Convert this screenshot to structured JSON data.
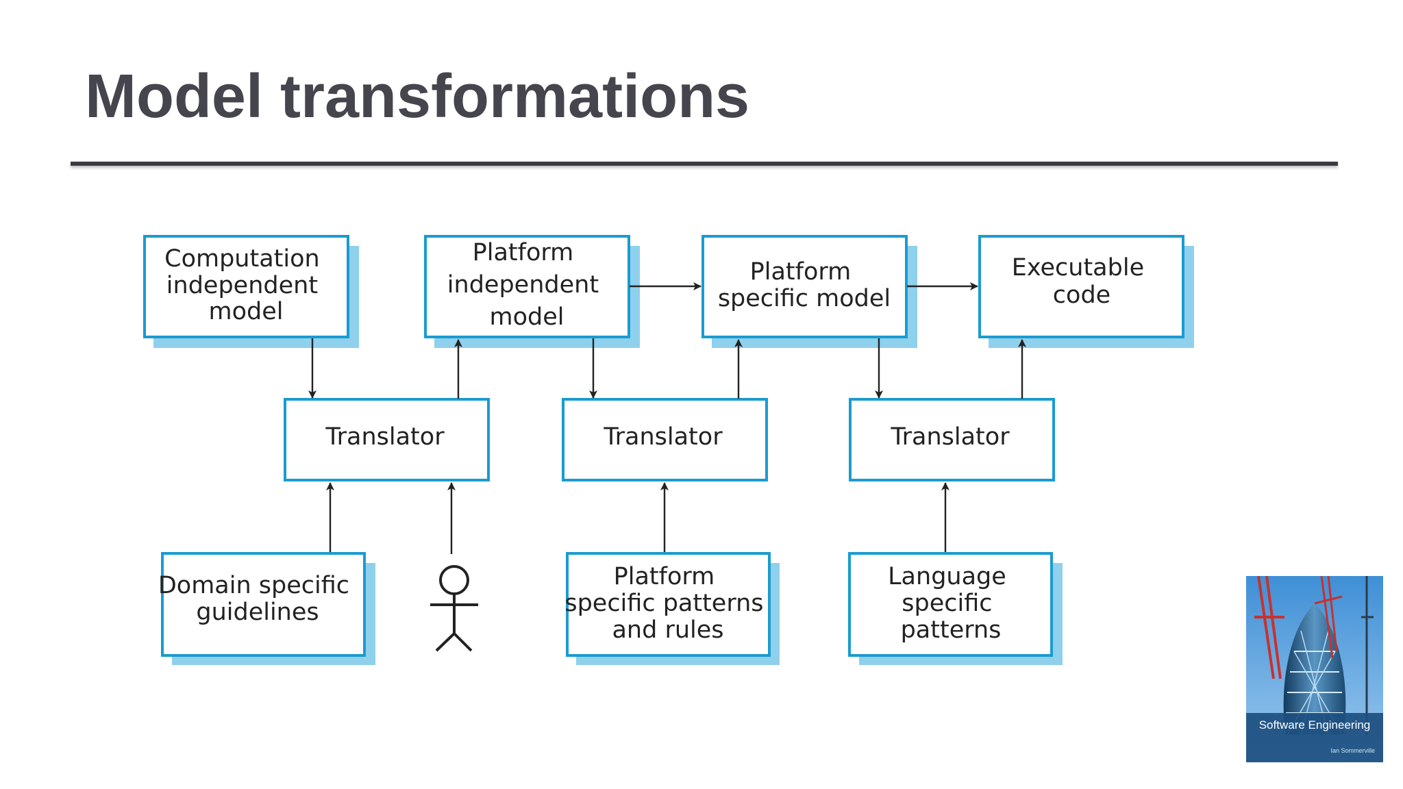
{
  "title": "Model transformations",
  "boxes": {
    "cim": [
      "Computation",
      "independent",
      "model"
    ],
    "pim": [
      "Platform",
      "independent",
      "model"
    ],
    "psm": [
      "Platform",
      "specific model"
    ],
    "code": [
      "Executable",
      "code"
    ],
    "translator1": [
      "Translator"
    ],
    "translator2": [
      "Translator"
    ],
    "translator3": [
      "Translator"
    ],
    "domain_guidelines": [
      "Domain specific",
      "guidelines"
    ],
    "platform_patterns": [
      "Platform",
      "specific patterns",
      "and rules"
    ],
    "language_patterns": [
      "Language",
      "specific",
      "patterns"
    ]
  },
  "cover": {
    "title": "Software Engineering",
    "author": "Ian Sommerville"
  },
  "colors": {
    "title": "#45464d",
    "box_border": "#1a9bd0",
    "box_shadow": "#8fd0ec",
    "text": "#222222"
  }
}
